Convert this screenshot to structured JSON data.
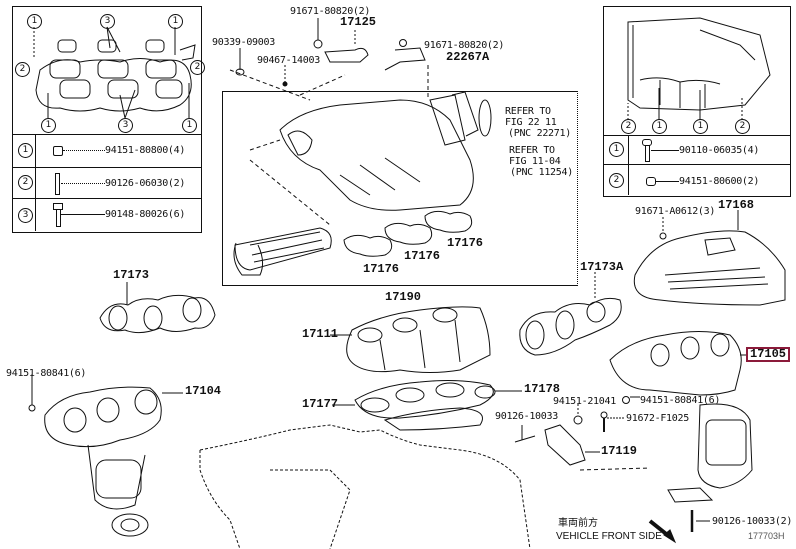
{
  "diagram": {
    "accent_color": "#8b1a3a",
    "highlighted_part": "17105",
    "left_inset": {
      "callouts": [
        "1",
        "3",
        "1",
        "2",
        "2",
        "1",
        "3",
        "1"
      ],
      "legend": [
        {
          "num": "1",
          "part": "94151-80800(4)",
          "icon": "nut-icon"
        },
        {
          "num": "2",
          "part": "90126-06030(2)",
          "icon": "stud-icon"
        },
        {
          "num": "3",
          "part": "90148-80026(6)",
          "icon": "bolt-icon"
        }
      ]
    },
    "right_inset": {
      "callouts": [
        "2",
        "1",
        "1",
        "2"
      ],
      "legend": [
        {
          "num": "1",
          "part": "90110-06035(4)",
          "icon": "bolt-icon"
        },
        {
          "num": "2",
          "part": "94151-80600(2)",
          "icon": "nut-icon"
        }
      ]
    },
    "labels": {
      "p91671_80820_a": "91671-80820(2)",
      "p17125": "17125",
      "p90339": "90339-09003",
      "p90467": "90467-14003",
      "p91671_80820_b": "91671-80820(2)",
      "p22267a": "22267A",
      "refer1_l1": "REFER TO",
      "refer1_l2": "FIG 22 11",
      "refer1_l3": "(PNC 22271)",
      "refer2_l1": "REFER TO",
      "refer2_l2": "FIG 11-04",
      "refer2_l3": "(PNC 11254)",
      "p17176_a": "17176",
      "p17176_b": "17176",
      "p17176_c": "17176",
      "p17190": "17190",
      "p17173": "17173",
      "p17173a": "17173A",
      "p91671_a0612": "91671-A0612(3)",
      "p17168": "17168",
      "p17111": "17111",
      "p17105": "17105",
      "p94151_80841_l": "94151-80841(6)",
      "p17104": "17104",
      "p17178": "17178",
      "p17177": "17177",
      "p94151_21041": "94151-21041",
      "p94151_80841_r": "94151-80841(6)",
      "p90126_10033": "90126-10033",
      "p91672_f1025": "91672-F1025",
      "p17119": "17119",
      "p90126_10033_2": "90126-10033(2)",
      "vehicle_front_jp": "車両前方",
      "vehicle_front_en": "VEHICLE FRONT SIDE",
      "figure_id": "177703H"
    }
  }
}
